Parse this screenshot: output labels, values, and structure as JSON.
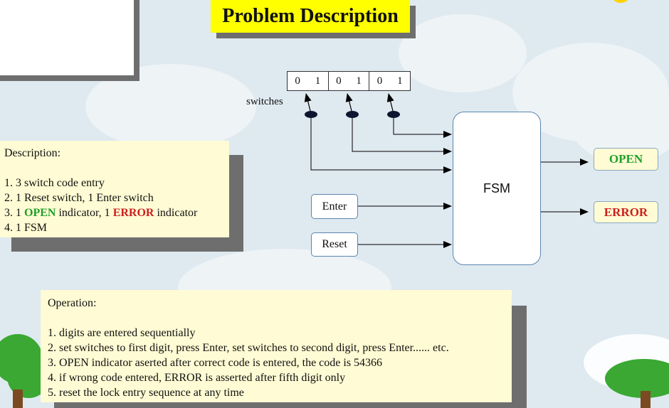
{
  "title": "Problem Description",
  "description": {
    "heading": "Description:",
    "item1": "1. 3 switch code entry",
    "item2": "2. 1 Reset switch, 1 Enter switch",
    "item3_prefix": "3. 1",
    "item3_open": "OPEN",
    "item3_mid": "indicator, 1",
    "item3_error": "ERROR",
    "item3_suffix": "indicator",
    "item4": "4. 1 FSM"
  },
  "operation": {
    "heading": "Operation:",
    "items": [
      "1. digits are entered sequentially",
      "2. set switches to first digit, press Enter, set switches to second digit, press Enter...... etc.",
      "3. OPEN indicator aserted after correct code is entered, the code is 54366",
      "4. if wrong code entered, ERROR is asserted after fifth digit only",
      "5. reset the lock entry sequence at any time"
    ]
  },
  "diagram": {
    "switches_label": "switches",
    "switch_groups": [
      [
        "0",
        "1"
      ],
      [
        "0",
        "1"
      ],
      [
        "0",
        "1"
      ]
    ],
    "enter_label": "Enter",
    "reset_label": "Reset",
    "fsm_label": "FSM",
    "open_label": "OPEN",
    "error_label": "ERROR"
  },
  "colors": {
    "open": "#1fa02a",
    "error": "#cc1f1f",
    "title_bg": "#ffff00",
    "note_bg": "#fffbd4"
  }
}
